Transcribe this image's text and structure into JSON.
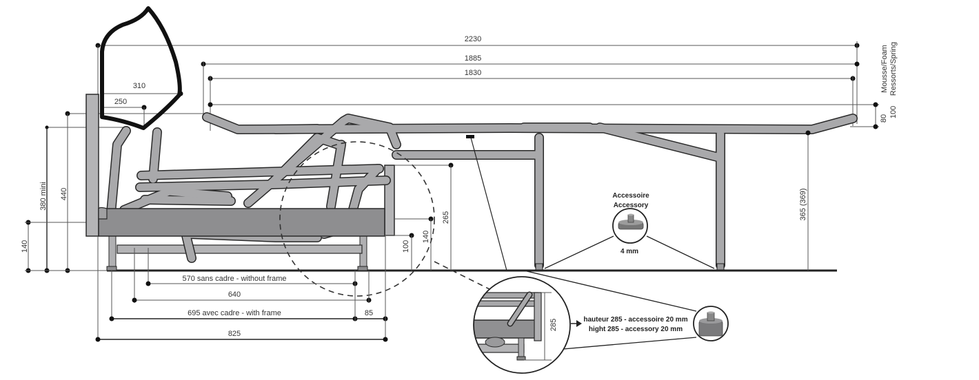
{
  "diagram": {
    "title": "Sofa bed mechanism dimensions",
    "top_dimensions": {
      "total_length": "2230",
      "mechanism_length": "1885",
      "sleeping_length": "1830"
    },
    "mattress": {
      "thickness": "80",
      "foam_label": "Mousse/Foam",
      "spring_thickness": "100",
      "spring_label": "Ressorts/Spring"
    },
    "backrest": {
      "depth_outer": "310",
      "depth_inner": "250"
    },
    "heights": {
      "seat_min": "380  mini",
      "seat": "440",
      "frame_bottom": "140",
      "bed_height": "365 (369)",
      "front_265": "265",
      "front_140": "140",
      "front_100": "100"
    },
    "bottom_dimensions": {
      "without_frame": "570 sans cadre - without frame",
      "middle": "640",
      "with_frame": "695 avec cadre - with frame",
      "front_rail": "85",
      "total_depth": "825"
    },
    "accessory": {
      "title_fr": "Accessoire",
      "title_en": "Accessory",
      "size": "4 mm"
    },
    "detail": {
      "height": "285",
      "note_fr": "hauteur 285 - accessoire 20 mm",
      "note_en": "hight 285 - accessory 20 mm"
    },
    "colors": {
      "tube": "#a9a9ab",
      "panel": "#8e8e90",
      "outline": "#2a2a2a",
      "cushion": "#111111"
    }
  }
}
